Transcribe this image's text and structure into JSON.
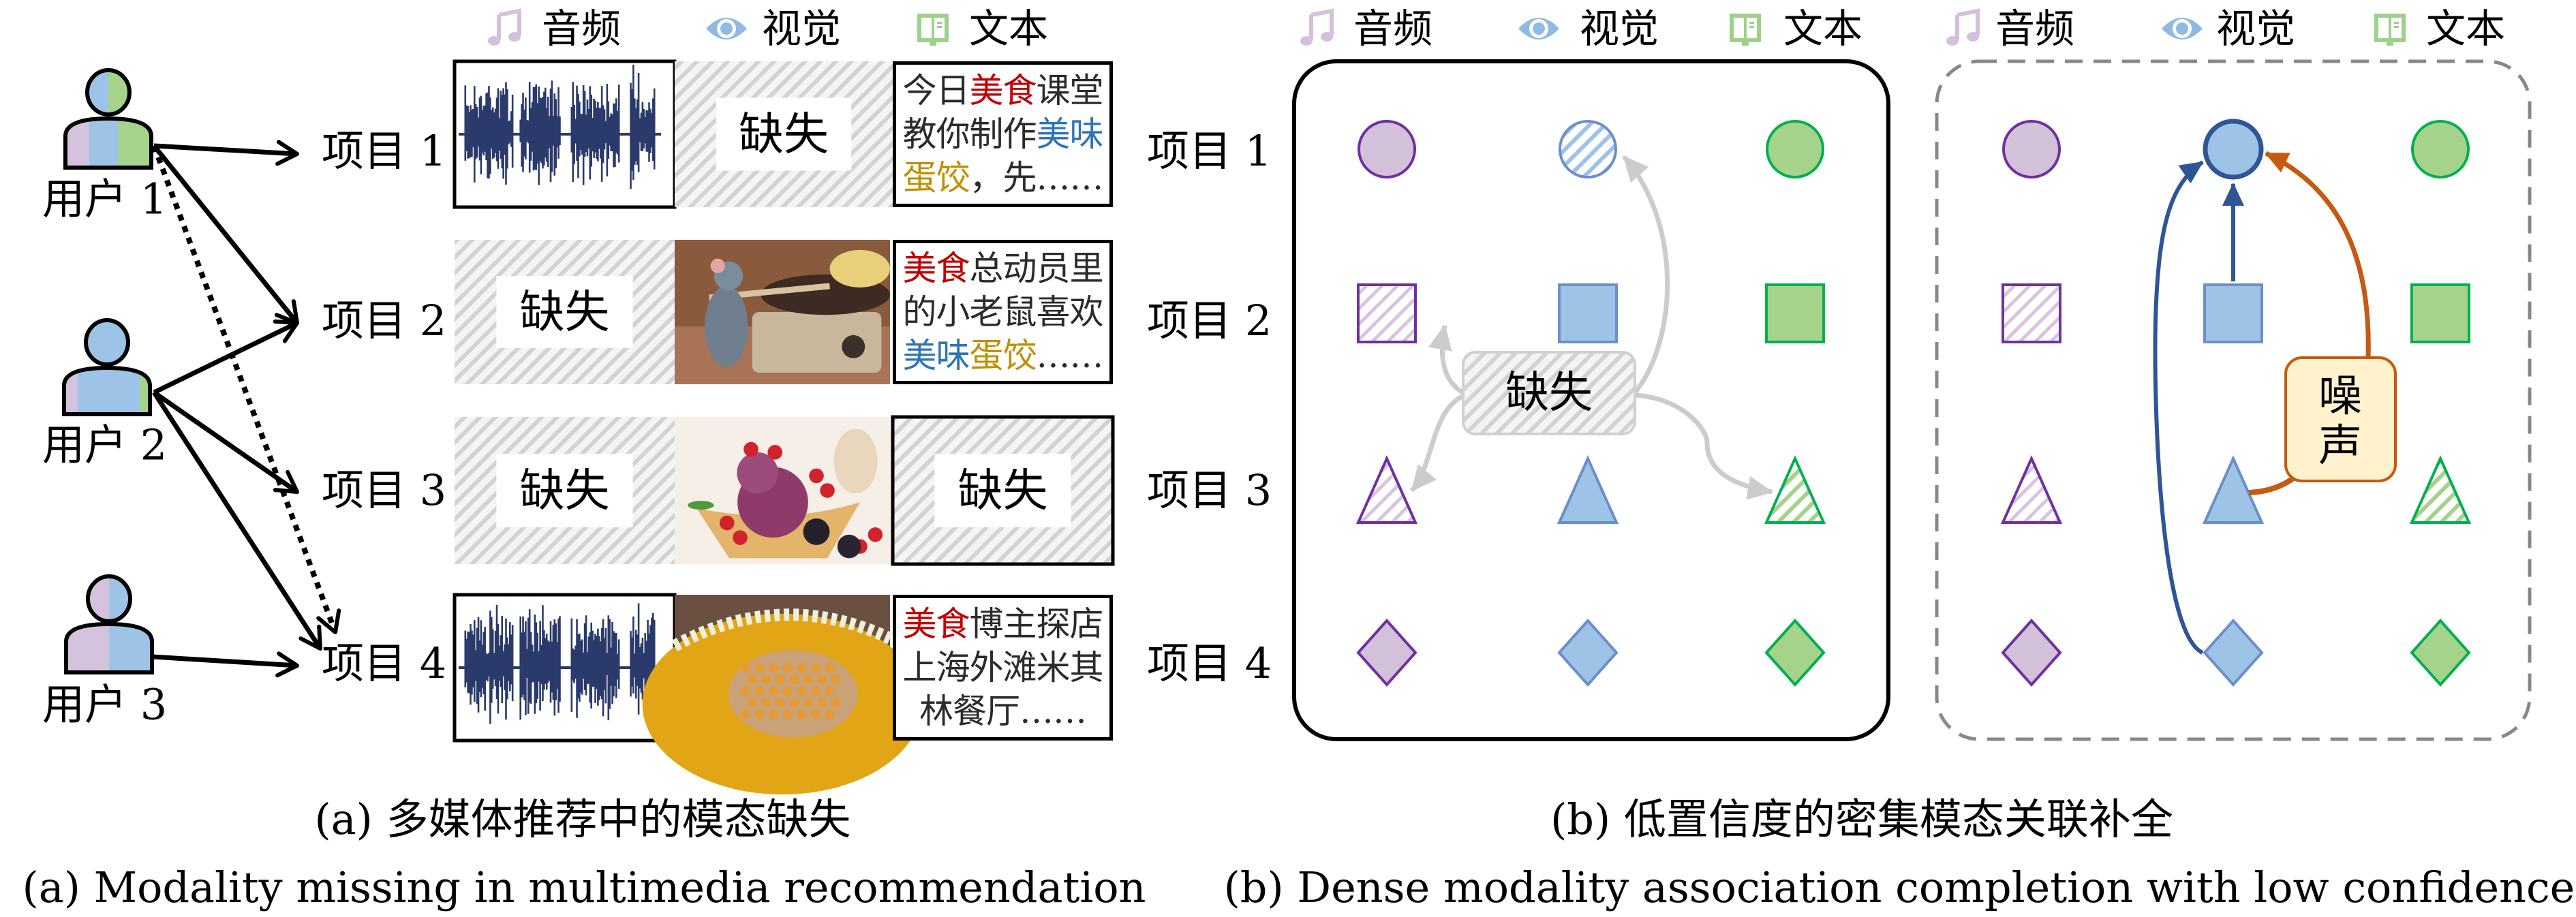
{
  "figure": {
    "modality_legend": [
      {
        "key": "audio",
        "label": "音频",
        "icon": "music-note-icon",
        "color": "#d5c0dc"
      },
      {
        "key": "visual",
        "label": "视觉",
        "icon": "eye-icon",
        "color": "#8fbbe3"
      },
      {
        "key": "text",
        "label": "文本",
        "icon": "book-icon",
        "color": "#9fd08a"
      }
    ],
    "colors": {
      "audio_fill": "#d3c0d9",
      "audio_stroke": "#7030a0",
      "visual_fill": "#9dc3e6",
      "visual_stroke": "#6b8fc8",
      "text_fill": "#a6d38b",
      "text_stroke": "#00b050",
      "missing_gray": "#cccccc",
      "noise_fill": "#fff2cc",
      "noise_stroke": "#c55a11",
      "confident_arrow": "#2f5597",
      "waveform": "#2b3a6b",
      "highlight_red": "#c00000",
      "highlight_blue": "#2e75b6",
      "highlight_gold": "#bf9000"
    },
    "panel_a": {
      "users": [
        {
          "label": "用户 1",
          "segments": [
            "audio",
            "visual",
            "text"
          ]
        },
        {
          "label": "用户 2",
          "segments": [
            "audio",
            "visual",
            "text"
          ]
        },
        {
          "label": "用户 3",
          "segments": [
            "audio",
            "visual"
          ]
        }
      ],
      "interactions": [
        {
          "user": 1,
          "item": 1,
          "style": "solid"
        },
        {
          "user": 1,
          "item": 2,
          "style": "solid"
        },
        {
          "user": 1,
          "item": 4,
          "style": "dotted"
        },
        {
          "user": 2,
          "item": 2,
          "style": "solid"
        },
        {
          "user": 2,
          "item": 3,
          "style": "solid"
        },
        {
          "user": 2,
          "item": 4,
          "style": "solid"
        },
        {
          "user": 3,
          "item": 4,
          "style": "solid"
        }
      ],
      "items": [
        {
          "label": "项目 1",
          "audio": "waveform",
          "visual": "missing",
          "text": "present",
          "text_lines": [
            [
              {
                "t": "今日",
                "c": "dark"
              },
              {
                "t": "美食",
                "c": "red"
              },
              {
                "t": "课堂",
                "c": "dark"
              }
            ],
            [
              {
                "t": "教你制作",
                "c": "dark"
              },
              {
                "t": "美味",
                "c": "blue"
              }
            ],
            [
              {
                "t": "蛋饺",
                "c": "gold"
              },
              {
                "t": "，先……",
                "c": "dark"
              }
            ]
          ]
        },
        {
          "label": "项目 2",
          "audio": "missing",
          "visual": "photo-ratatouille-cooking",
          "text": "present",
          "text_lines": [
            [
              {
                "t": "美食",
                "c": "red"
              },
              {
                "t": "总动员里",
                "c": "dark"
              }
            ],
            [
              {
                "t": "的小老鼠喜欢",
                "c": "dark"
              }
            ],
            [
              {
                "t": "美味",
                "c": "blue"
              },
              {
                "t": "蛋饺",
                "c": "gold"
              },
              {
                "t": "……",
                "c": "dark"
              }
            ]
          ]
        },
        {
          "label": "项目 3",
          "audio": "missing",
          "visual": "photo-ice-cream-berries",
          "text": "missing",
          "text_lines": []
        },
        {
          "label": "项目 4",
          "audio": "waveform",
          "visual": "photo-honeycomb-cake",
          "text": "present",
          "text_lines": [
            [
              {
                "t": "美食",
                "c": "red"
              },
              {
                "t": "博主探店",
                "c": "dark"
              }
            ],
            [
              {
                "t": "上海外滩米其",
                "c": "dark"
              }
            ],
            [
              {
                "t": "林餐厅……",
                "c": "dark"
              }
            ]
          ]
        }
      ],
      "missing_label": "缺失",
      "caption_cn": "(a) 多媒体推荐中的模态缺失",
      "caption_en": "(a) Modality missing in multimedia recommendation"
    },
    "panel_b": {
      "item_labels": [
        "项目 1",
        "项目 2",
        "项目 3",
        "项目 4"
      ],
      "row_shapes": [
        "circle",
        "square",
        "triangle",
        "diamond"
      ],
      "columns": [
        "audio",
        "visual",
        "text"
      ],
      "left_grid": {
        "missing": [
          [
            1,
            "visual"
          ],
          [
            2,
            "audio"
          ],
          [
            3,
            "audio"
          ],
          [
            3,
            "text"
          ]
        ],
        "missing_label": "缺失",
        "completion_targets": [
          [
            1,
            "visual"
          ],
          [
            2,
            "audio"
          ],
          [
            3,
            "audio"
          ],
          [
            3,
            "text"
          ]
        ]
      },
      "right_grid": {
        "missing": [
          [
            2,
            "audio"
          ],
          [
            3,
            "audio"
          ],
          [
            3,
            "text"
          ]
        ],
        "completed_target": [
          1,
          "visual"
        ],
        "confident_sources": [
          [
            2,
            "visual"
          ],
          [
            4,
            "visual"
          ]
        ],
        "noisy_source": [
          3,
          "visual"
        ],
        "noise_label": "噪声"
      },
      "caption_cn": "(b) 低置信度的密集模态关联补全",
      "caption_en": "(b) Dense modality association completion with low confidence"
    }
  }
}
